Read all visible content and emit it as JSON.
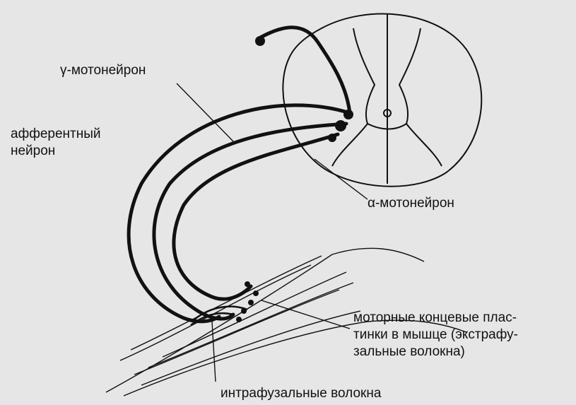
{
  "labels": {
    "gamma": "γ-мотонейрон",
    "afferent": "афферентный\nнейрон",
    "alpha": "α-мотонейрон",
    "endplates": "моторные концевые плас-\nтинки в мышце (экстрафу-\nзальные волокна)",
    "intrafusal": "интрафузальные волокна"
  },
  "colors": {
    "ink": "#111111",
    "paper": "#e6e6e6"
  }
}
